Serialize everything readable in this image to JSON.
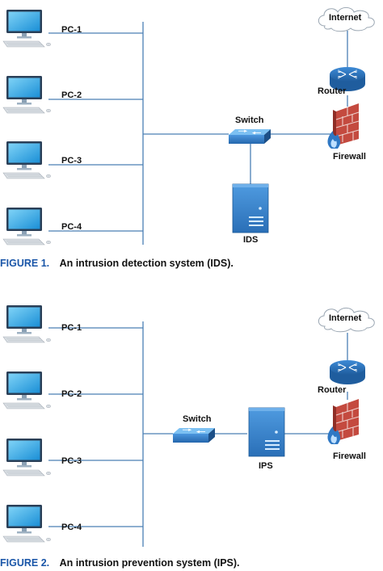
{
  "figures": [
    {
      "caption_number": "FIGURE 1.",
      "caption_text": "An intrusion detection system (IDS).",
      "pcs": [
        "PC-1",
        "PC-2",
        "PC-3",
        "PC-4"
      ],
      "switch_label": "Switch",
      "sensor_label": "IDS",
      "router_label": "Router",
      "firewall_label": "Firewall",
      "cloud_label": "Internet"
    },
    {
      "caption_number": "FIGURE 2.",
      "caption_text": "An intrusion prevention system (IPS).",
      "pcs": [
        "PC-1",
        "PC-2",
        "PC-3",
        "PC-4"
      ],
      "switch_label": "Switch",
      "sensor_label": "IPS",
      "router_label": "Router",
      "firewall_label": "Firewall",
      "cloud_label": "Internet"
    }
  ],
  "colors": {
    "wire": "#4a7fb5",
    "caption_number": "#1a56a8",
    "device_blue": "#2f78c4"
  },
  "icons": [
    "pc-icon",
    "switch-icon",
    "server-icon",
    "router-icon",
    "firewall-icon",
    "cloud-icon"
  ]
}
